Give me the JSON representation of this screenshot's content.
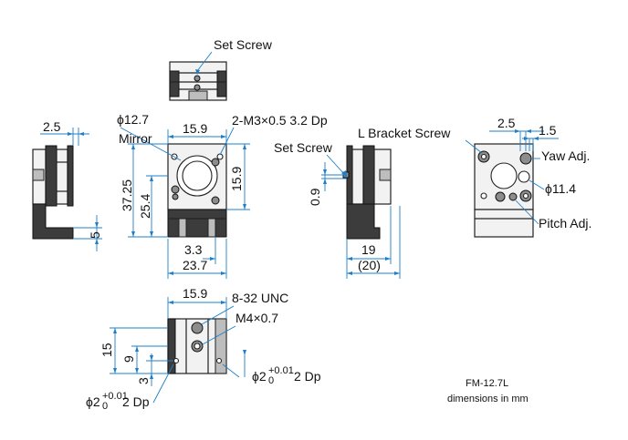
{
  "labels": {
    "set_screw_top": "Set Screw",
    "set_screw_side": "Set Screw",
    "l_bracket_screw": "L Bracket Screw",
    "mirror": "Mirror",
    "yaw_adj": "Yaw Adj.",
    "pitch_adj": "Pitch Adj.",
    "m3_holes": "2-M3×0.5  3.2 Dp",
    "unc_hole": "8-32 UNC",
    "m4_hole": "M4×0.7",
    "model": "FM-12.7L",
    "units_note": "dimensions in mm"
  },
  "dimensions": {
    "left_side_top": "2.5",
    "left_side_foot": "5",
    "front_dia": "ϕ12.7",
    "front_width_top": "15.9",
    "front_height_right": "15.9",
    "front_total_height": "37.25",
    "front_center_height": "25.4",
    "front_bottom_offset": "3.3",
    "front_base_width": "23.7",
    "right_side_height": "0.9",
    "right_side_width": "19",
    "right_side_width_ref": "(20)",
    "rear_top_a": "2.5",
    "rear_top_b": "1.5",
    "rear_dia": "ϕ11.4",
    "bottom_width": "15.9",
    "bottom_height": "15",
    "bottom_mid": "9",
    "bottom_low": "3",
    "pin_left_main": "ϕ2",
    "pin_left_tol_upper": "+0.01",
    "pin_left_tol_lower": "0",
    "pin_left_depth": "2 Dp",
    "pin_right_main": "ϕ2",
    "pin_right_tol_upper": "+0.01",
    "pin_right_tol_lower": "0",
    "pin_right_depth": "2 Dp"
  },
  "colors": {
    "dimension_lines": "#1e7fc8",
    "part_outline": "#222222",
    "part_dark": "#3c3c3c"
  }
}
